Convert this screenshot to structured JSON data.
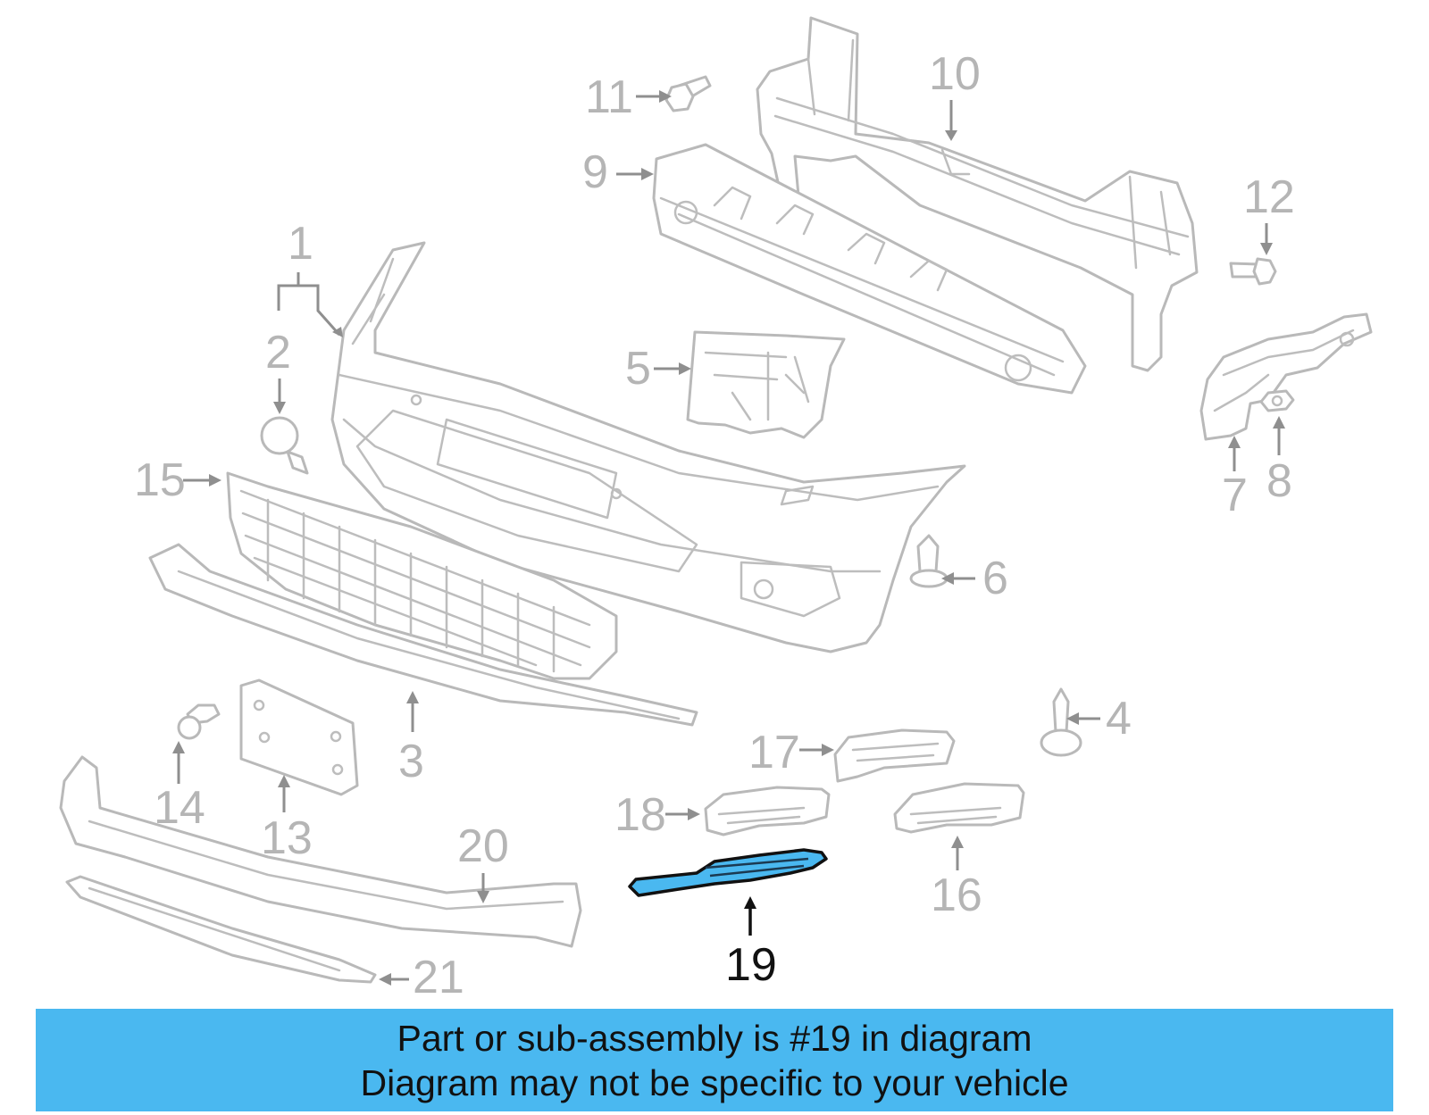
{
  "callouts": [
    {
      "id": "1",
      "label": "1"
    },
    {
      "id": "2",
      "label": "2"
    },
    {
      "id": "3",
      "label": "3"
    },
    {
      "id": "4",
      "label": "4"
    },
    {
      "id": "5",
      "label": "5"
    },
    {
      "id": "6",
      "label": "6"
    },
    {
      "id": "7",
      "label": "7"
    },
    {
      "id": "8",
      "label": "8"
    },
    {
      "id": "9",
      "label": "9"
    },
    {
      "id": "10",
      "label": "10"
    },
    {
      "id": "11",
      "label": "11"
    },
    {
      "id": "12",
      "label": "12"
    },
    {
      "id": "13",
      "label": "13"
    },
    {
      "id": "14",
      "label": "14"
    },
    {
      "id": "15",
      "label": "15"
    },
    {
      "id": "16",
      "label": "16"
    },
    {
      "id": "17",
      "label": "17"
    },
    {
      "id": "18",
      "label": "18"
    },
    {
      "id": "19",
      "label": "19",
      "highlighted": true
    },
    {
      "id": "20",
      "label": "20"
    },
    {
      "id": "21",
      "label": "21"
    }
  ],
  "highlight": {
    "part": "19",
    "fill_color": "#4ab8f0",
    "label_color": "#111111"
  },
  "colors": {
    "line_art": "#b9b9b9",
    "callout_text": "#b5b5b5",
    "banner": "#4ab8f0"
  },
  "banner": {
    "line1": "Part or sub-assembly is #19 in diagram",
    "line2": "Diagram may not be specific to your vehicle"
  }
}
